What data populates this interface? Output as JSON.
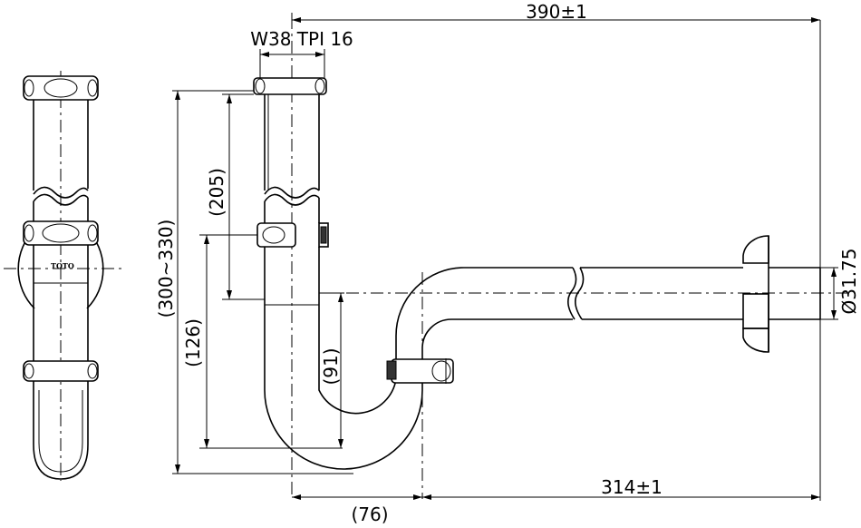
{
  "dimensions": {
    "total_length": "390±1",
    "thread_spec": "W38 TPI 16",
    "wall_pipe_diameter": "Ø31.75",
    "height_range": "(300~330)",
    "upper_pipe": "(205)",
    "nut_to_bottom": "(126)",
    "trap_depth": "(91)",
    "trap_offset": "(76)",
    "horizontal_run": "314±1"
  },
  "side_view": {
    "brand_label": "TOTO"
  }
}
